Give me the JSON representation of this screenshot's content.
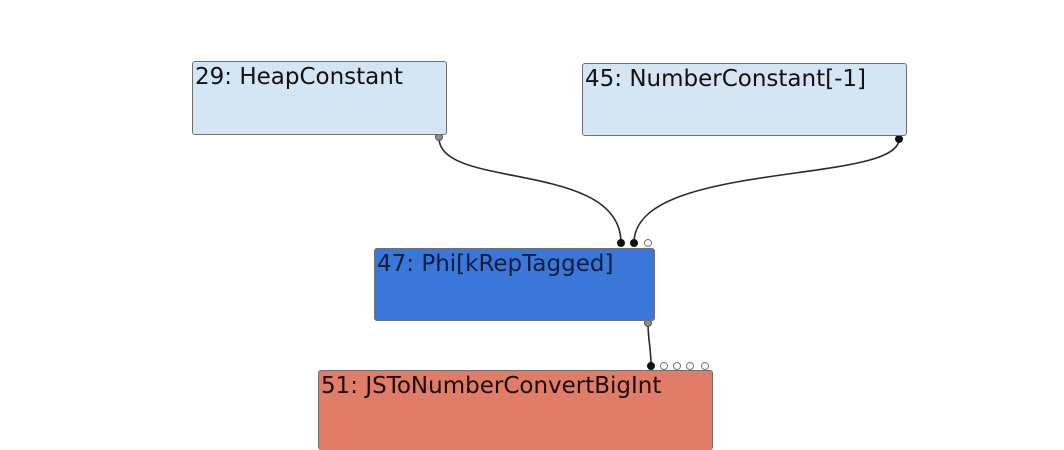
{
  "graph": {
    "top_caption": "",
    "nodes": {
      "heap_constant": {
        "label": "29: HeapConstant"
      },
      "number_constant": {
        "label": "45: NumberConstant[-1]"
      },
      "phi": {
        "label": "47: Phi[kRepTagged]"
      },
      "to_number": {
        "label": "51: JSToNumberConvertBigInt"
      }
    },
    "edges": [
      {
        "from": "29: HeapConstant",
        "to": "47: Phi[kRepTagged]"
      },
      {
        "from": "45: NumberConstant[-1]",
        "to": "47: Phi[kRepTagged]"
      },
      {
        "from": "47: Phi[kRepTagged]",
        "to": "51: JSToNumberConvertBigInt"
      }
    ],
    "colors": {
      "constant_node": "#d4e5f4",
      "phi_node": "#3b76d9",
      "js_node": "#e07d68",
      "edge": "#2a2a2a"
    }
  }
}
